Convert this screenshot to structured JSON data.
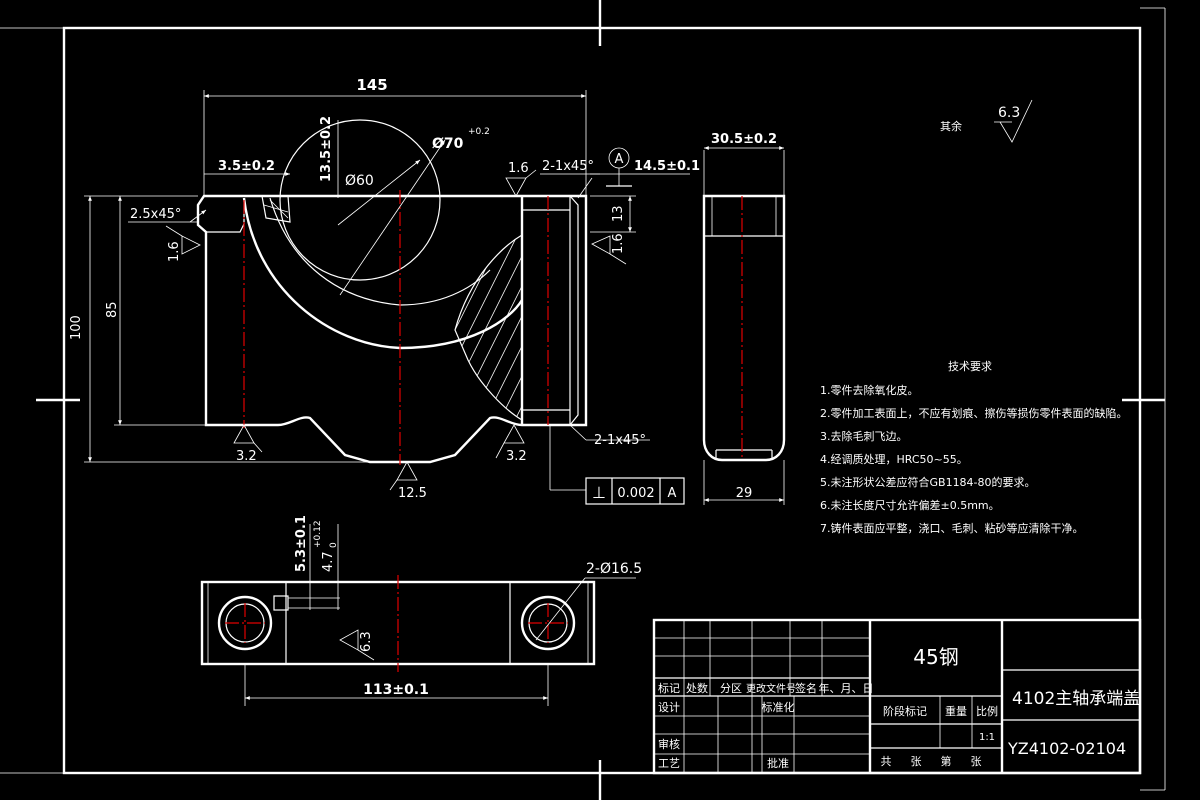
{
  "colors": {
    "background": "#000000",
    "line": "#ffffff",
    "centerline": "#e00000"
  },
  "front_view": {
    "dim_overall_width": "145",
    "dim_left_offset": "3.5±0.2",
    "dim_bore_depth": "13.5±0.2",
    "dim_bore_dia": "Ø60",
    "dim_arc": "Ø70",
    "dim_arc_sup": "+0.2",
    "dim_chamfer_left": "2.5x45°",
    "dim_chamfer_right_top": "2-1x45°",
    "dim_chamfer_right_bottom": "2-1x45°",
    "dim_total_height": "100",
    "dim_inner_height": "85",
    "dim_right_top": "13",
    "rough_top_right": "1.6",
    "rough_left": "1.6",
    "rough_right_side": "1.6",
    "rough_bottom_left": "3.2",
    "rough_bottom_center": "12.5",
    "rough_bottom_right": "3.2",
    "datum_label": "A",
    "datum_offset": "14.5±0.1"
  },
  "geometric_tolerance": {
    "symbol": "⊥",
    "value": "0.002",
    "datum": "A"
  },
  "side_view": {
    "dim_top": "30.5±0.2",
    "dim_bottom": "29"
  },
  "top_view": {
    "dim_holes": "2-Ø16.5",
    "dim_slot_depth": "5.3±0.1",
    "dim_slot_width": "4.7",
    "dim_slot_width_tol": "+0.12",
    "dim_slot_width_tol_lower": "0",
    "dim_spacing": "113±0.1",
    "rough": "6.3"
  },
  "roughness_note": {
    "label": "其余",
    "value": "6.3"
  },
  "tech_requirements": {
    "title": "技术要求",
    "items": [
      "1.零件去除氧化皮。",
      "2.零件加工表面上，不应有划痕、擦伤等损伤零件表面的缺陷。",
      "3.去除毛刺飞边。",
      "4.经调质处理，HRC50~55。",
      "5.未注形状公差应符合GB1184-80的要求。",
      "6.未注长度尺寸允许偏差±0.5mm。",
      "7.铸件表面应平整，浇口、毛刺、粘砂等应清除干净。"
    ]
  },
  "title_block": {
    "material": "45钢",
    "part_name": "4102主轴承端盖",
    "drawing_no": "YZ4102-02104",
    "col_labels": [
      "标记",
      "处数",
      "分区",
      "更改文件号",
      "签名",
      "年、月、日"
    ],
    "design": "设计",
    "standardize": "标准化",
    "stage_mark": "阶段标记",
    "weight": "重量",
    "scale": "比例",
    "scale_value": "1:1",
    "review": "审核",
    "process": "工艺",
    "approve": "批准",
    "sheets": [
      "共",
      "张",
      "第",
      "张"
    ]
  }
}
